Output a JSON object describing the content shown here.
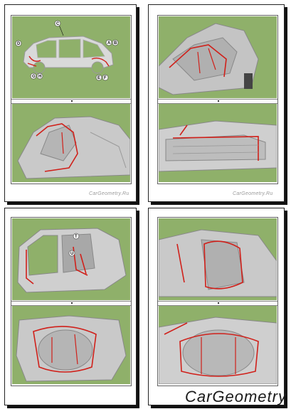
{
  "pages": [
    {
      "id": "p1",
      "callouts": [
        "C",
        "D",
        "A",
        "B",
        "G",
        "H",
        "E",
        "F"
      ],
      "watermark": "CarGeometry.Ru"
    },
    {
      "id": "p2",
      "watermark": "CarGeometry.Ru"
    },
    {
      "id": "p3",
      "callouts": [
        "T",
        "U"
      ]
    },
    {
      "id": "p4"
    }
  ],
  "site_watermark": "CarGeometry",
  "colors": {
    "background_green": "#8fb06a",
    "seam_red": "#d0201a",
    "body_gray": "#c9c9c9"
  }
}
